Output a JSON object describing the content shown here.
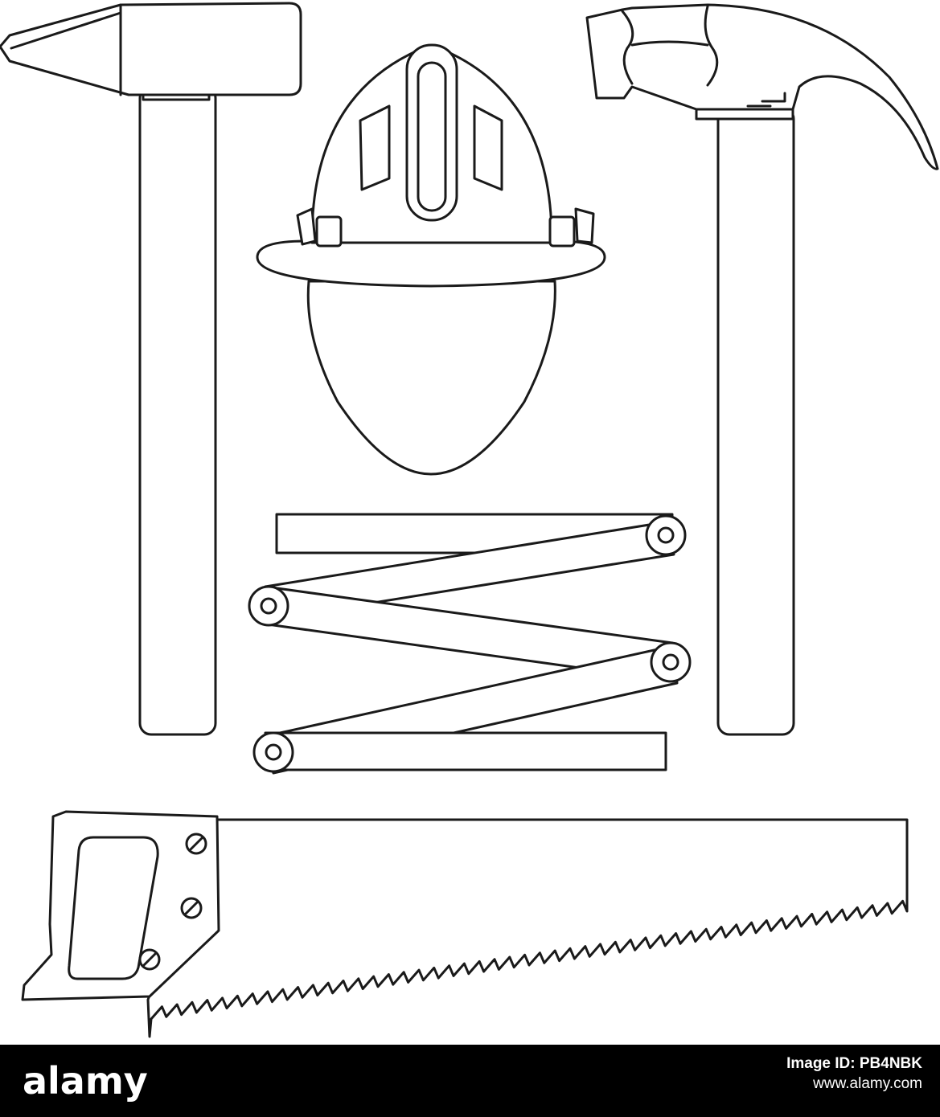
{
  "illustration": {
    "style": "line-art",
    "stroke_color": "#1a1a1a",
    "background": "#ffffff",
    "objects": [
      "sledge-hammer",
      "hard-hat-head",
      "claw-hammer",
      "folding-ruler",
      "hand-saw"
    ]
  },
  "watermark": {
    "brand": "alamy",
    "image_id": "Image ID: PB4NBK",
    "site": "www.alamy.com",
    "bar_color": "#000000",
    "text_color": "#ffffff"
  }
}
